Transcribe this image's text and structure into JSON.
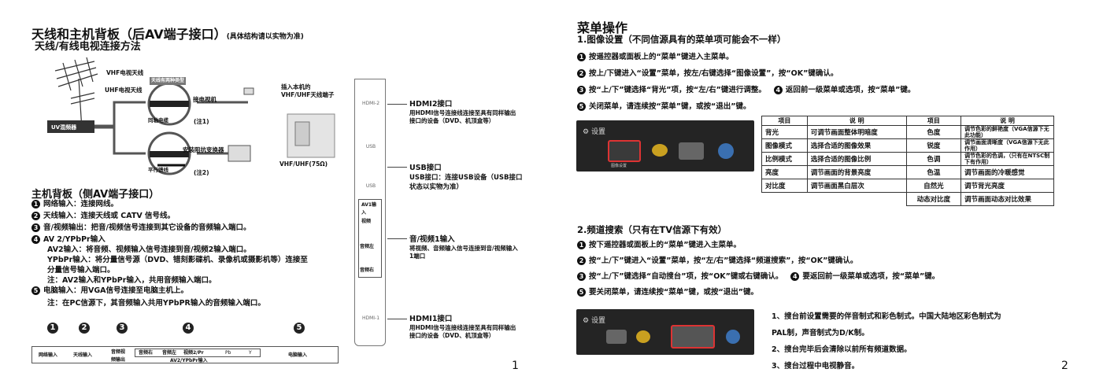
{
  "left_page": {
    "title": "天线和主机背板（后AV端子接口）",
    "title_note": "(具体结构请以实物为准)",
    "subtitle": "天线/有线电视连接方法",
    "diagram_labels": {
      "vhf": "VHF电视天线",
      "uhf": "UHF电视天线",
      "band": "天线有两种类型",
      "amp": "UV混频器",
      "coax": "同轴电缆",
      "pair": "平行馈线",
      "connect_tv": "接电视机",
      "note1": "(注1)",
      "balun": "安装阻抗变换器",
      "note2": "(注2)",
      "plugin": "插入本机的VHF/UHF天线端子",
      "vhfuhf": "VHF/UHF(75Ω)"
    },
    "section2_title": "主机背板（侧AV端子接口）",
    "items": [
      "网络输入：连接网线。",
      "天线输入：连接天线或 CATV 信号线。",
      "音/视频输出：把音/视频信号连接到其它设备的音频输入端口。",
      "AV 2/YPbPr输入",
      "AV2输入：将音频、视频输入信号连接到音/视频2输入端口。",
      "YPbPr输入：将分量信号源（DVD、错刻影碟机、录像机或摄影机等）连接至",
      "分量信号输入端口。",
      "注：AV2输入和YPbPr输入，共用音频输入端口。",
      "电脑输入：用VGA信号连接至电脑主机上。",
      "注：在PC信源下，其音频输入共用YPbPR输入的音频输入端口。"
    ],
    "panel_labels": [
      "网络输入",
      "天线输入",
      "音频视频输出",
      "音频右",
      "音频左",
      "视频2/Pr",
      "Pb",
      "Y",
      "电脑输入"
    ],
    "panel_caption": "AV2/YPbPr输入",
    "side_ports": [
      "HDMI-2",
      "USB",
      "USB",
      "AV1输入",
      "视频",
      "音频左",
      "音频右",
      "HDMI-1"
    ],
    "callouts": [
      {
        "title": "HDMI2接口",
        "text": "用HDMI信号连接线连接至具有同样输出接口的设备（DVD、机顶盒等）"
      },
      {
        "title": "USB接口",
        "text": "USB接口：连接USB设备（USB接口状态以实物为准）"
      },
      {
        "title": "音/视频1输入",
        "text": "将视频、音频输入信号连接到音/视频输入1端口"
      },
      {
        "title": "HDMI1接口",
        "text": "用HDMI信号连接线连接至具有同样输出接口的设备（DVD、机顶盒等）"
      }
    ],
    "page_number": "1"
  },
  "right_page": {
    "title": "菜单操作",
    "sec1_title": "1.图像设置（不同信源具有的菜单项可能会不一样）",
    "sec1_steps": [
      "按遥控器或面板上的“菜单”键进入主菜单。",
      "按上/下键进入“设置”菜单，按左/右键选择“图像设置”，按“OK”键确认。",
      "按“上/下”键选择“背光”项，按“左/右”键进行调整。",
      "返回前一级菜单或选项，按“菜单”键。",
      "关闭菜单，请连续按“菜单”键，或按“退出”键。"
    ],
    "menu_title": "设置",
    "menu_icon_label": "图像设置",
    "table": {
      "headers": [
        "项目",
        "说 明",
        "项目",
        "说 明"
      ],
      "rows": [
        [
          "背光",
          "可调节画面整体明暗度",
          "色度",
          "调节色彩的鲜艳度（VGA信源下无此功能）"
        ],
        [
          "图像模式",
          "选择合适的图像效果",
          "锐度",
          "调节画面清晰度（VGA信源下无此作用）"
        ],
        [
          "比例模式",
          "选择合适的图像比例",
          "色调",
          "调节色彩的色调，（只有在NTSC制下有作用）"
        ],
        [
          "亮度",
          "调节画面的背景亮度",
          "色温",
          "调节画面的冷暖感觉"
        ],
        [
          "对比度",
          "调节画面黑白层次",
          "自然光",
          "调节背光亮度"
        ],
        [
          "",
          "",
          "动态对比度",
          "调节画面动态对比效果"
        ]
      ]
    },
    "sec2_title": "2.频道搜索（只有在TV信源下有效）",
    "sec2_steps": [
      "按下遥控器或面板上的“菜单”键进入主菜单。",
      "按“上/下”键进入“设置”菜单，按“左/右”键选择“频道搜索”，按“OK”键确认。",
      "按“上/下”键选择“自动搜台”项，按“OK”键或右键确认。",
      "要返回前一级菜单或选项，按“菜单”键。",
      "要关闭菜单，请连续按“菜单”键，或按“退出”键。"
    ],
    "notes": [
      "1、搜台前设置需要的伴音制式和彩色制式。中国大陆地区彩色制式为",
      "PAL制，声音制式为D/K制。",
      "2、搜台完毕后会清除以前所有频道数据。",
      "3、搜台过程中电视静音。"
    ],
    "page_number": "2"
  }
}
